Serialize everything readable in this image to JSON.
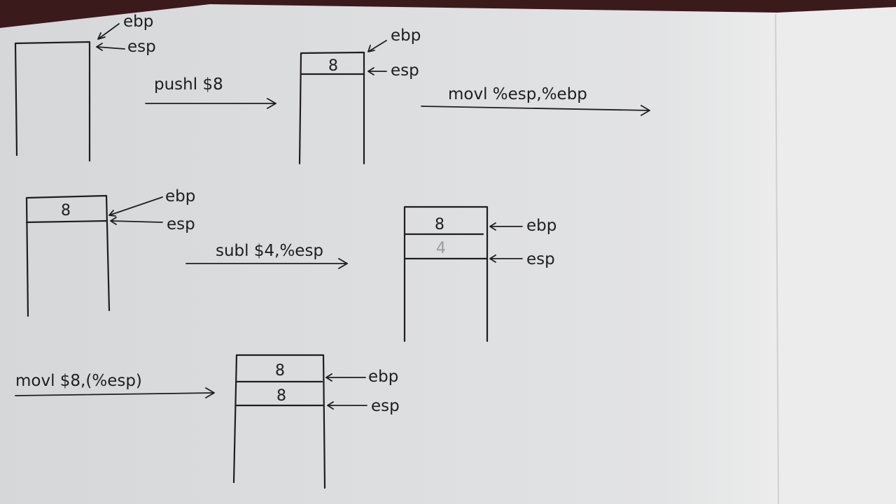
{
  "paper": {
    "color_left": "#d9dadc",
    "color_right": "#e8e9ea",
    "background": "#3a1a1a",
    "ink": "#1e1e22"
  },
  "labels": {
    "ebp": "ebp",
    "esp": "esp"
  },
  "steps": [
    {
      "instruction": "pushl $8"
    },
    {
      "instruction": "movl %esp,%ebp"
    },
    {
      "instruction": "subl $4,%esp"
    },
    {
      "instruction": "movl $8,(%esp)"
    }
  ],
  "stacks": [
    {
      "cells": []
    },
    {
      "cells": [
        "8"
      ]
    },
    {
      "cells": [
        "8"
      ]
    },
    {
      "cells": [
        "8",
        "4"
      ]
    },
    {
      "cells": [
        "8",
        "8"
      ]
    }
  ]
}
